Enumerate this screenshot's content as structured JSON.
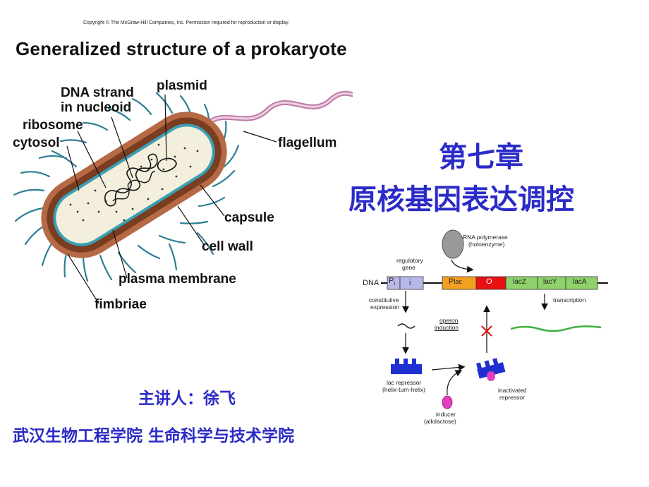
{
  "copyright": "Copyright © The McGraw-Hill Companies, Inc. Permission required for reproduction or display.",
  "figure_title": "Generalized structure of a prokaryote",
  "cell_labels": {
    "dna_strand_line1": "DNA strand",
    "dna_strand_line2": "in nucleoid",
    "plasmid": "plasmid",
    "ribosome": "ribosome",
    "cytosol": "cytosol",
    "flagellum": "flagellum",
    "capsule": "capsule",
    "cell_wall": "cell wall",
    "plasma_membrane": "plasma membrane",
    "fimbriae": "fimbriae"
  },
  "chapter": "第七章",
  "chapter_title": "原核基因表达调控",
  "lecturer": "主讲人：徐飞",
  "institution": "武汉生物工程学院  生命科学与技术学院",
  "operon": {
    "rna_polymerase_line1": "RNA polymerase",
    "rna_polymerase_line2": "(holoenzyme)",
    "regulatory_gene_line1": "regulatory",
    "regulatory_gene_line2": "gene",
    "dna": "DNA",
    "pi_main": "P",
    "pi_sub": "I",
    "i_gene": "i",
    "plac_main": "P",
    "plac_sub": "lac",
    "o": "O",
    "lacZ": "lacZ",
    "lacY": "lacY",
    "lacA": "lacA",
    "constitutive_line1": "constitutive",
    "constitutive_line2": "expression",
    "operon_induction_line1": "operon",
    "operon_induction_line2": "induction",
    "transcription": "transcription",
    "lac_repressor_line1": "lac repressor",
    "lac_repressor_line2": "(helix-turn-helix)",
    "inactivated_line1": "inactivated",
    "inactivated_line2": "repressor",
    "inducer_line1": "inducer",
    "inducer_line2": "(allolactose)"
  },
  "colors": {
    "chapter_text": "#2b2bc8",
    "cell_wall": "#8a4a2a",
    "cytosol": "#f4efdc",
    "membrane": "#3aa0b5",
    "flagellum": "#d9a8c8",
    "repressor": "#1f2fd0",
    "inducer": "#e040c0",
    "pi_box": "#b8b8e8",
    "plac_box": "#f2a020",
    "operator_box": "#e81010",
    "gene_box": "#8fd16a",
    "mrna": "#40b040"
  }
}
